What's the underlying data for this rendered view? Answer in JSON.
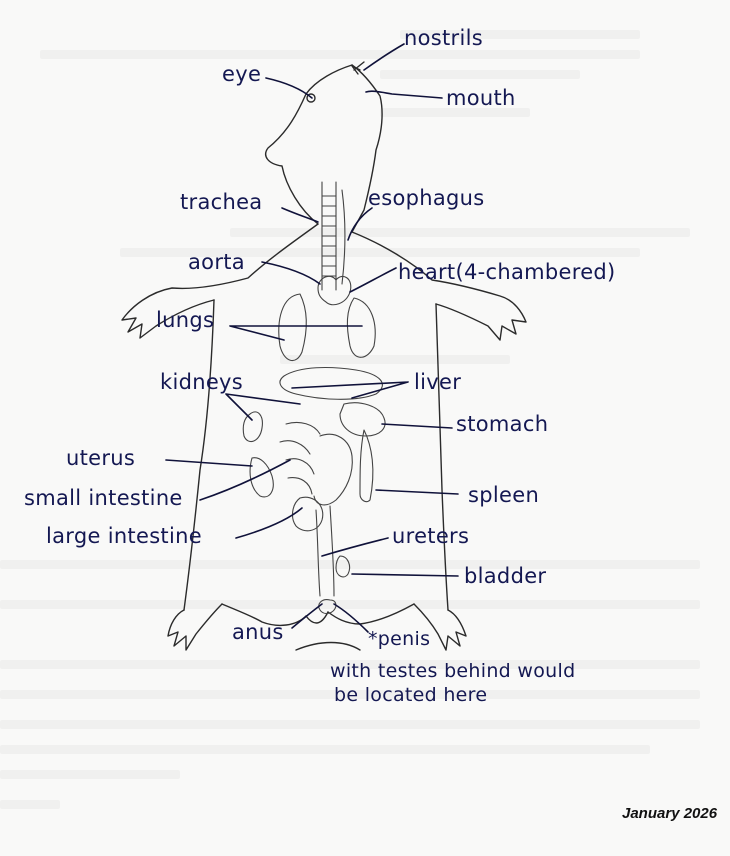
{
  "labels": {
    "eye": "eye",
    "nostrils": "nostrils",
    "mouth": "mouth",
    "trachea": "trachea",
    "esophagus": "esophagus",
    "aorta": "aorta",
    "heart": "heart(4-chambered)",
    "lungs": "lungs",
    "kidneys": "kidneys",
    "liver": "liver",
    "stomach": "stomach",
    "uterus": "uterus",
    "small_intestine": "small intestine",
    "spleen": "spleen",
    "large_intestine": "large intestine",
    "ureters": "ureters",
    "bladder": "bladder",
    "anus": "anus",
    "penis": "*penis",
    "note_line1": "with testes behind would",
    "note_line2": "be located here"
  },
  "footer": {
    "date": "January 2026"
  },
  "colors": {
    "ink": "#141852",
    "pencil": "#2b2b2b",
    "paper": "#f9f9f8"
  }
}
